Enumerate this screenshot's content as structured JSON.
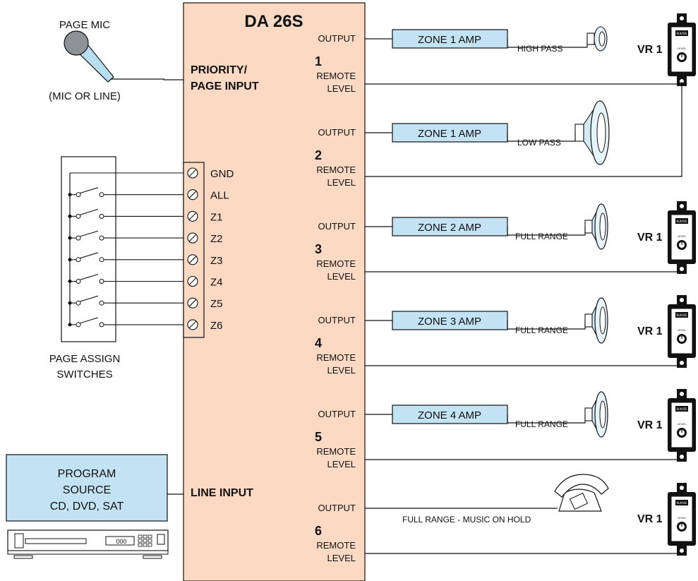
{
  "device": {
    "title": "DA 26S",
    "priority_input": [
      "PRIORITY/",
      "PAGE INPUT"
    ],
    "line_input": "LINE INPUT",
    "output_label": "OUTPUT",
    "remote_label": [
      "REMOTE",
      "LEVEL"
    ]
  },
  "page_mic": {
    "title": "PAGE MIC",
    "caption": "(MIC OR LINE)"
  },
  "switches": {
    "caption": [
      "PAGE ASSIGN",
      "SWITCHES"
    ],
    "terminals": [
      "GND",
      "ALL",
      "Z1",
      "Z2",
      "Z3",
      "Z4",
      "Z5",
      "Z6"
    ]
  },
  "program_source": {
    "lines": [
      "PROGRAM",
      "SOURCE",
      "CD, DVD, SAT"
    ],
    "player_display": "000"
  },
  "channels": [
    {
      "number": "1",
      "amp": "ZONE 1 AMP",
      "filter": "HIGH PASS",
      "remote": "VR 1",
      "load": "tweeter"
    },
    {
      "number": "2",
      "amp": "ZONE 1 AMP",
      "filter": "LOW PASS",
      "remote": "",
      "load": "woofer"
    },
    {
      "number": "3",
      "amp": "ZONE 2 AMP",
      "filter": "FULL RANGE",
      "remote": "VR 1",
      "load": "speaker"
    },
    {
      "number": "4",
      "amp": "ZONE 3 AMP",
      "filter": "FULL RANGE",
      "remote": "VR 1",
      "load": "speaker"
    },
    {
      "number": "5",
      "amp": "ZONE 4 AMP",
      "filter": "FULL RANGE",
      "remote": "VR 1",
      "load": "speaker"
    },
    {
      "number": "6",
      "amp": "",
      "filter": "FULL RANGE - MUSIC ON HOLD",
      "remote": "VR 1",
      "load": "telephone"
    }
  ],
  "vr_brand": "RANE",
  "vr_knob_label": "LEVEL",
  "colors": {
    "device_fill": "#fbd9c3",
    "amp_fill": "#c3e2f3",
    "source_fill": "#c3e2f3",
    "mic_fill": "#b8def2",
    "line": "#111111"
  }
}
